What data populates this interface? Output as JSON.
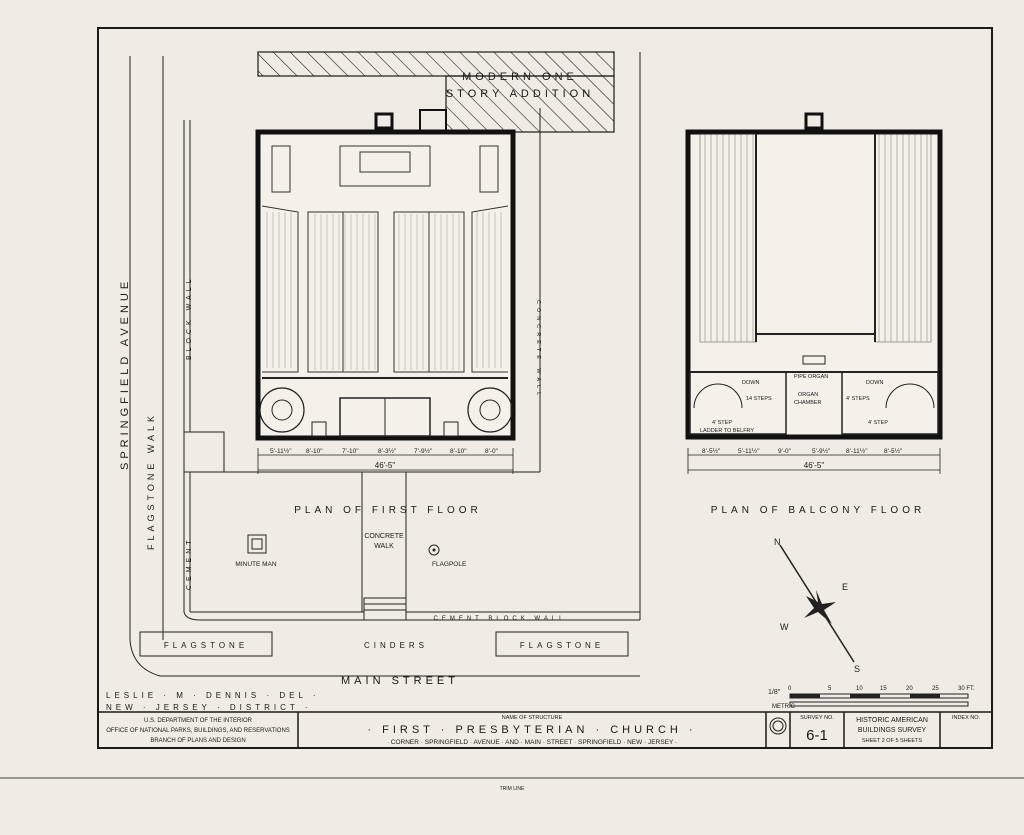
{
  "drawing": {
    "addition_line1": "MODERN ONE",
    "addition_line2": "STORY ADDITION",
    "first_floor_title": "PLAN OF FIRST FLOOR",
    "balcony_floor_title": "PLAN OF BALCONY FLOOR",
    "springfield_avenue": "SPRINGFIELD AVENUE",
    "flagstone_walk": "FLAGSTONE WALK",
    "block_wall": "BLOCK WALL",
    "concrete_walk_line1": "CONCRETE",
    "concrete_walk_line2": "WALK",
    "minute_man": "MINUTE MAN",
    "flagpole": "FLAGPOLE",
    "cement_block_wall": "CEMENT BLOCK WALL",
    "cement": "CEMENT",
    "flagstone_left": "FLAGSTONE",
    "cinders": "CINDERS",
    "flagstone_right": "FLAGSTONE",
    "main_street": "MAIN STREET",
    "concrete_wall": "CONCRETE WALL",
    "first_floor_total": "46'-5\"",
    "balcony_total": "46'-5\"",
    "first_floor_dims": [
      "5'-11½\"",
      "8'-10\"",
      "7'-10\"",
      "8'-3½\"",
      "7'-9½\"",
      "8'-10\"",
      "8'-0\""
    ],
    "balcony_dims": [
      "8'-5½\"",
      "5'-11½\"",
      "9'-0\"",
      "5'-9½\"",
      "8'-11½\"",
      "8'-5½\""
    ],
    "down_left": "DOWN",
    "down_right": "DOWN",
    "steps_left": "14 STEPS",
    "steps_right": "4' STEPS",
    "pipe_organ": "PIPE ORGAN",
    "organ_line1": "ORGAN",
    "organ_line2": "CHAMBER",
    "step_left": "4' STEP",
    "step_right": "4' STEP",
    "ladder": "LADDER TO BELFRY",
    "compass_n": "N",
    "compass_e": "E",
    "compass_w": "W",
    "compass_s": "S",
    "scale_fraction": "1/8\"",
    "scale_labels": [
      "0",
      "5",
      "10",
      "15",
      "20",
      "25",
      "30 FT."
    ],
    "scale_metric": "METRIC"
  },
  "title_block": {
    "delineator_line1": "LESLIE · M · DENNIS · DEL ·",
    "delineator_line2": "NEW · JERSEY · DISTRICT ·",
    "agency_line1": "U.S. DEPARTMENT OF THE INTERIOR",
    "agency_line2": "OFFICE OF NATIONAL PARKS, BUILDINGS, AND RESERVATIONS",
    "agency_line3": "BRANCH OF PLANS AND DESIGN",
    "name_caption": "NAME OF STRUCTURE",
    "structure_name": "· FIRST · PRESBYTERIAN · CHURCH ·",
    "location": "· CORNER · SPRINGFIELD · AVENUE · AND · MAIN · STREET · SPRINGFIELD · NEW · JERSEY ·",
    "survey_caption": "SURVEY NO.",
    "survey_no": "6-1",
    "habs_line1": "HISTORIC AMERICAN",
    "habs_line2": "BUILDINGS SURVEY",
    "sheet_info": "SHEET 2 OF 5 SHEETS",
    "index_caption": "INDEX NO.",
    "trim_line": "TRIM LINE"
  }
}
